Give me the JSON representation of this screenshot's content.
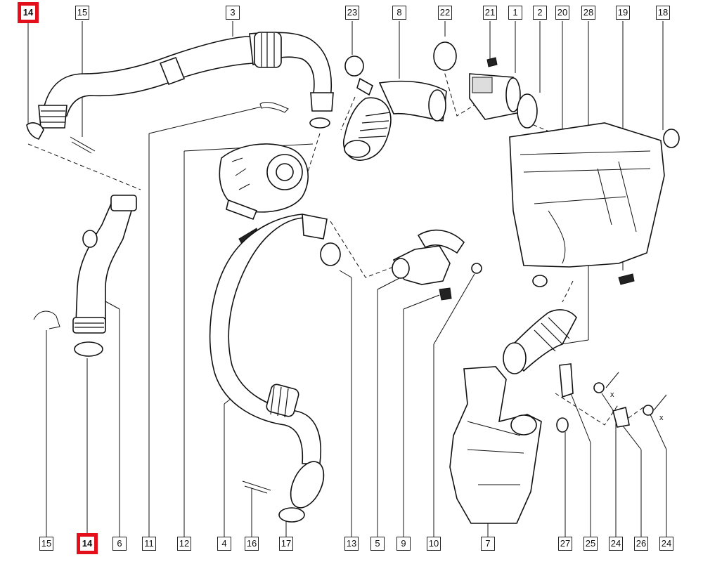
{
  "callouts": {
    "top": [
      {
        "num": "14",
        "highlight": true
      },
      {
        "num": "15"
      },
      {
        "num": "3"
      },
      {
        "num": "23"
      },
      {
        "num": "8"
      },
      {
        "num": "22"
      },
      {
        "num": "21"
      },
      {
        "num": "1"
      },
      {
        "num": "2"
      },
      {
        "num": "20"
      },
      {
        "num": "28"
      },
      {
        "num": "19"
      },
      {
        "num": "18"
      }
    ],
    "bottom": [
      {
        "num": "15"
      },
      {
        "num": "14",
        "highlight": true
      },
      {
        "num": "6"
      },
      {
        "num": "11"
      },
      {
        "num": "12"
      },
      {
        "num": "4"
      },
      {
        "num": "16"
      },
      {
        "num": "17"
      },
      {
        "num": "13"
      },
      {
        "num": "5"
      },
      {
        "num": "9"
      },
      {
        "num": "10"
      },
      {
        "num": "7"
      },
      {
        "num": "27"
      },
      {
        "num": "25"
      },
      {
        "num": "24"
      },
      {
        "num": "26"
      },
      {
        "num": "24"
      }
    ]
  },
  "markers": [
    "x",
    "x"
  ],
  "colors": {
    "highlight": "#e3101b",
    "line": "#111111"
  }
}
